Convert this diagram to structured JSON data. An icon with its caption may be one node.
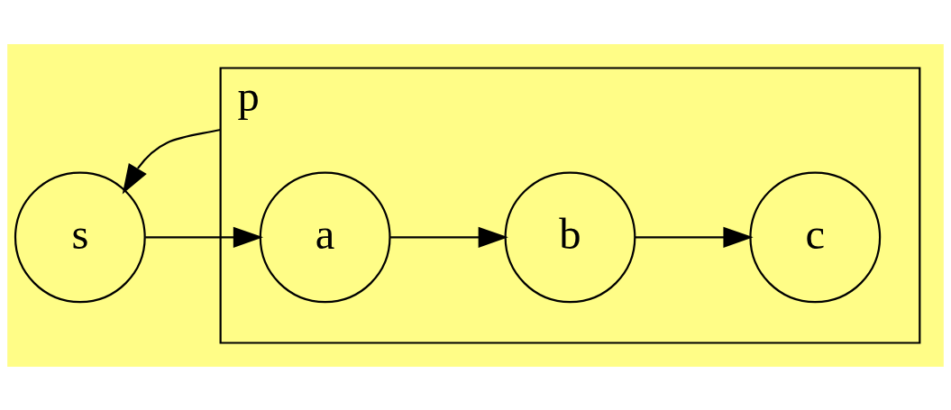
{
  "diagram": {
    "nodes": [
      {
        "text": [
          "p"
        ]
      },
      {
        "text": [
          "s"
        ]
      },
      {
        "text": [
          "a"
        ],
        "in": 0
      },
      {
        "text": [
          "b"
        ],
        "in": 0
      },
      {
        "text": [
          "c"
        ],
        "in": 0
      }
    ],
    "edges": [
      {
        "from": 0,
        "to": 1,
        "arrow": "to"
      },
      {
        "from": 1,
        "to": 2,
        "arrow": "to"
      },
      {
        "from": 2,
        "to": 3,
        "arrow": "to"
      },
      {
        "from": 3,
        "to": 4,
        "arrow": "to"
      }
    ]
  }
}
